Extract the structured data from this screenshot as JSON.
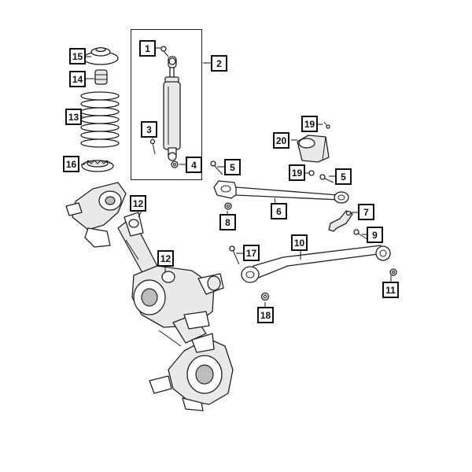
{
  "diagram": {
    "callouts": {
      "c1": "1",
      "c2": "2",
      "c3": "3",
      "c4": "4",
      "c5a": "5",
      "c5b": "5",
      "c6": "6",
      "c7": "7",
      "c8": "8",
      "c9": "9",
      "c10": "10",
      "c11": "11",
      "c12a": "12",
      "c12b": "12",
      "c13": "13",
      "c14": "14",
      "c15": "15",
      "c16": "16",
      "c17": "17",
      "c18": "18",
      "c19a": "19",
      "c19b": "19",
      "c20": "20"
    }
  }
}
